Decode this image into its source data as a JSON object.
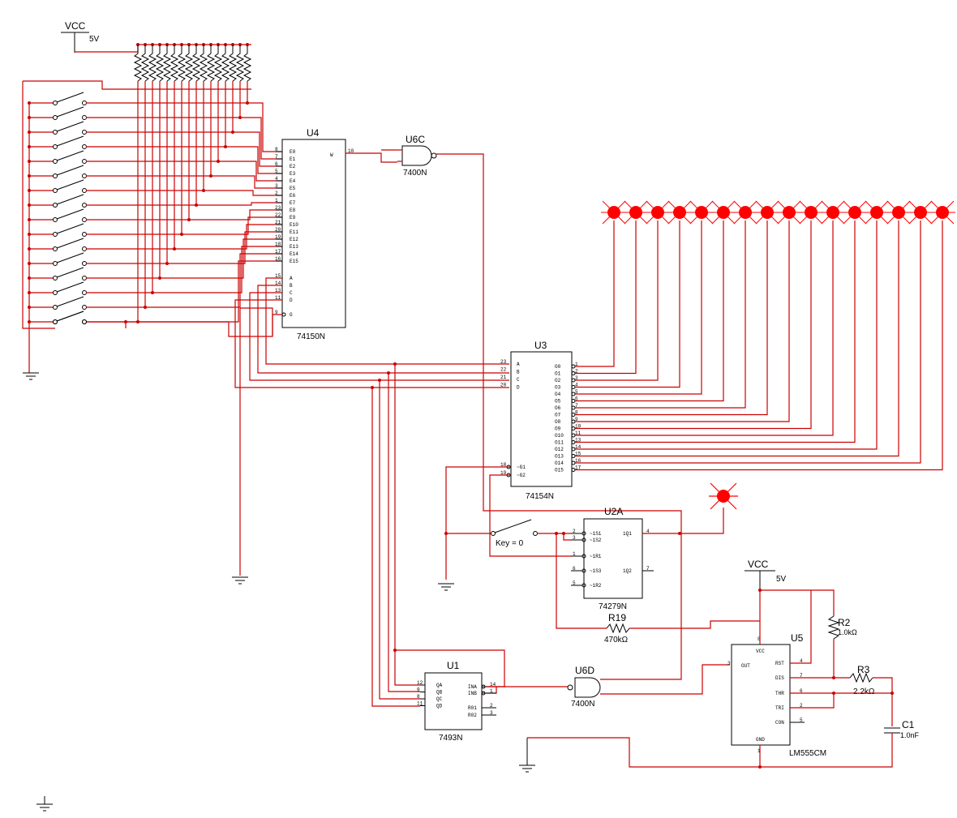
{
  "power": {
    "vcc_top": {
      "label": "VCC",
      "value": "5V"
    },
    "vcc_555": {
      "label": "VCC",
      "value": "5V"
    }
  },
  "u4": {
    "ref": "U4",
    "part": "74150N",
    "left_pins": [
      {
        "num": "8",
        "name": "E0"
      },
      {
        "num": "7",
        "name": "E1"
      },
      {
        "num": "6",
        "name": "E2"
      },
      {
        "num": "5",
        "name": "E3"
      },
      {
        "num": "4",
        "name": "E4"
      },
      {
        "num": "3",
        "name": "E5"
      },
      {
        "num": "2",
        "name": "E6"
      },
      {
        "num": "1",
        "name": "E7"
      },
      {
        "num": "23",
        "name": "E8"
      },
      {
        "num": "22",
        "name": "E9"
      },
      {
        "num": "21",
        "name": "E10"
      },
      {
        "num": "20",
        "name": "E11"
      },
      {
        "num": "19",
        "name": "E12"
      },
      {
        "num": "18",
        "name": "E13"
      },
      {
        "num": "17",
        "name": "E14"
      },
      {
        "num": "16",
        "name": "E15"
      },
      {
        "num": "15",
        "name": "A"
      },
      {
        "num": "14",
        "name": "B"
      },
      {
        "num": "13",
        "name": "C"
      },
      {
        "num": "11",
        "name": "D"
      },
      {
        "num": "9",
        "name": "G"
      }
    ],
    "out_pin": {
      "num": "10",
      "name": "W"
    }
  },
  "u6c": {
    "ref": "U6C",
    "part": "7400N"
  },
  "u6d": {
    "ref": "U6D",
    "part": "7400N"
  },
  "u3": {
    "ref": "U3",
    "part": "74154N",
    "left_pins": [
      {
        "num": "23",
        "name": "A"
      },
      {
        "num": "22",
        "name": "B"
      },
      {
        "num": "21",
        "name": "C"
      },
      {
        "num": "20",
        "name": "D"
      }
    ],
    "enable_pins": [
      {
        "num": "18",
        "name": "~G1"
      },
      {
        "num": "19",
        "name": "~G2"
      }
    ],
    "right_pins": [
      {
        "num": "1",
        "name": "O0"
      },
      {
        "num": "2",
        "name": "O1"
      },
      {
        "num": "3",
        "name": "O2"
      },
      {
        "num": "4",
        "name": "O3"
      },
      {
        "num": "5",
        "name": "O4"
      },
      {
        "num": "6",
        "name": "O5"
      },
      {
        "num": "7",
        "name": "O6"
      },
      {
        "num": "8",
        "name": "O7"
      },
      {
        "num": "9",
        "name": "O8"
      },
      {
        "num": "10",
        "name": "O9"
      },
      {
        "num": "11",
        "name": "O10"
      },
      {
        "num": "13",
        "name": "O11"
      },
      {
        "num": "14",
        "name": "O12"
      },
      {
        "num": "15",
        "name": "O13"
      },
      {
        "num": "16",
        "name": "O14"
      },
      {
        "num": "17",
        "name": "O15"
      }
    ]
  },
  "u2a": {
    "ref": "U2A",
    "part": "74279N",
    "left_pins": [
      {
        "num": "2",
        "name": "~1S1"
      },
      {
        "num": "3",
        "name": "~1S2"
      },
      {
        "num": "1",
        "name": "~1R1"
      },
      {
        "num": "6",
        "name": "~1S3"
      },
      {
        "num": "5",
        "name": "~1R2"
      }
    ],
    "right_pins": [
      {
        "num": "4",
        "name": "1Q1"
      },
      {
        "num": "7",
        "name": "1Q2"
      }
    ]
  },
  "u1": {
    "ref": "U1",
    "part": "7493N",
    "left_pins": [
      {
        "num": "12",
        "name": "QA"
      },
      {
        "num": "9",
        "name": "QB"
      },
      {
        "num": "8",
        "name": "QC"
      },
      {
        "num": "11",
        "name": "QD"
      }
    ],
    "right_pins": [
      {
        "num": "14",
        "name": "INA"
      },
      {
        "num": "1",
        "name": "INB"
      },
      {
        "num": "2",
        "name": "R01"
      },
      {
        "num": "3",
        "name": "R02"
      }
    ]
  },
  "u5": {
    "ref": "U5",
    "part": "LM555CM",
    "top_pin": {
      "num": "8",
      "name": "VCC"
    },
    "bottom_pin": {
      "num": "1",
      "name": "GND"
    },
    "left_pin": {
      "num": "3",
      "name": "OUT"
    },
    "right_pins": [
      {
        "num": "4",
        "name": "RST"
      },
      {
        "num": "7",
        "name": "DIS"
      },
      {
        "num": "6",
        "name": "THR"
      },
      {
        "num": "2",
        "name": "TRI"
      },
      {
        "num": "5",
        "name": "CON"
      }
    ]
  },
  "r2": {
    "ref": "R2",
    "value": "1.0kΩ"
  },
  "r3": {
    "ref": "R3",
    "value": "2.2kΩ"
  },
  "r19": {
    "ref": "R19",
    "value": "470kΩ"
  },
  "c1": {
    "ref": "C1",
    "value": "1.0nF"
  },
  "key_switch": {
    "label": "Key = 0"
  },
  "colors": {
    "wire": "#cc0000",
    "component": "#000000",
    "led": "#ff0000"
  }
}
